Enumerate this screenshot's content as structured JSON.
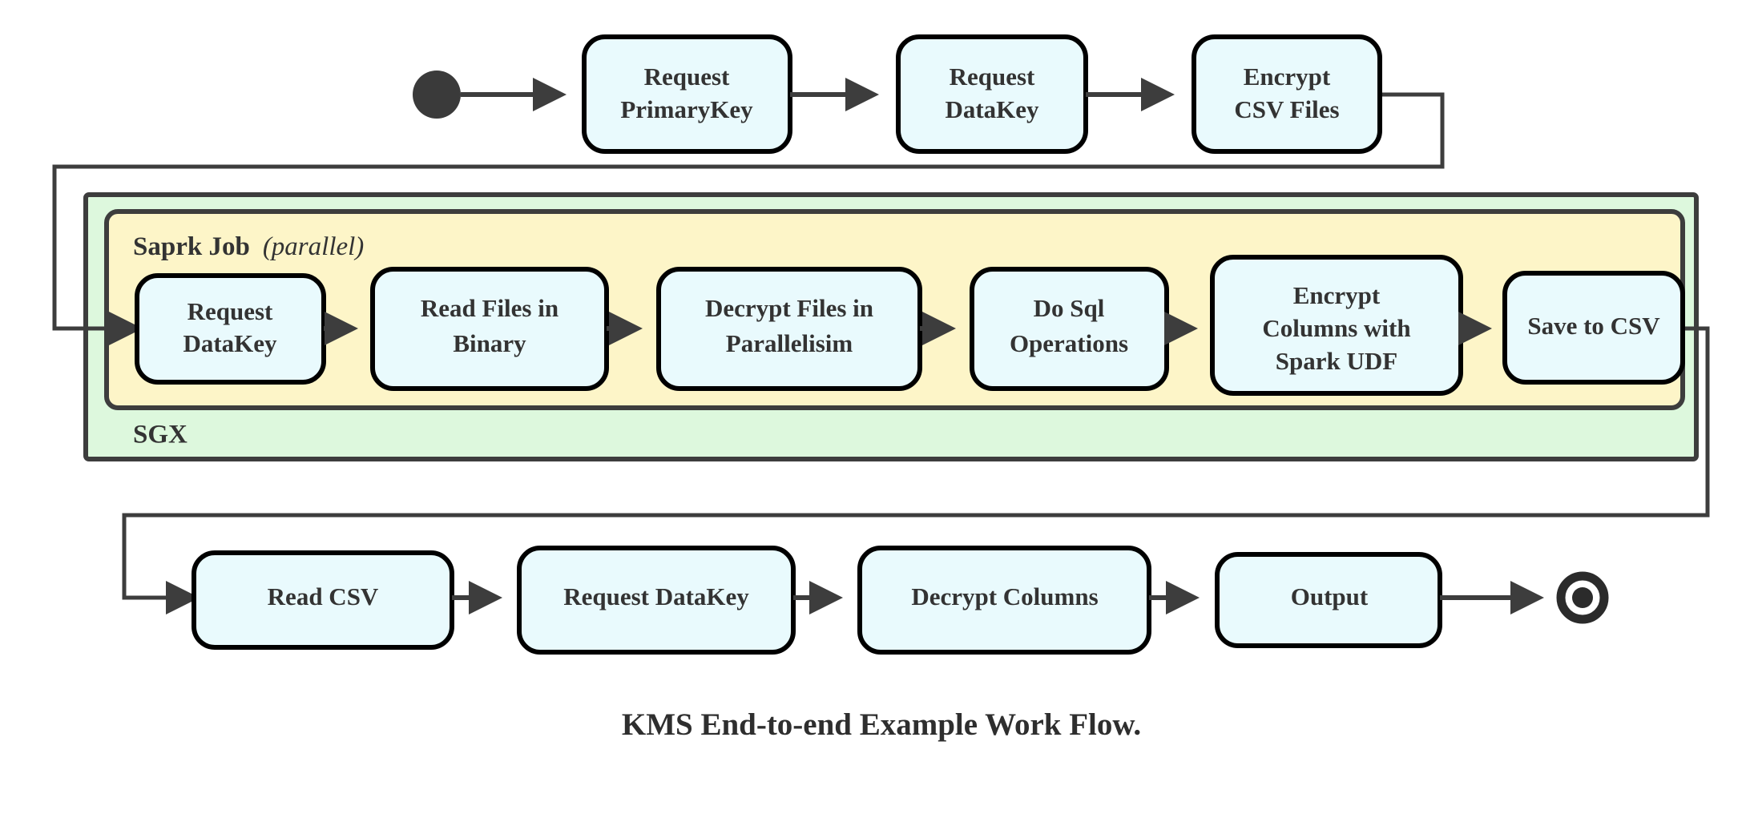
{
  "diagram": {
    "caption": "KMS End-to-end Example Work Flow.",
    "colors": {
      "node_fill": "#e9fafd",
      "node_stroke": "#000000",
      "sgx_fill": "#ddf8dd",
      "spark_fill": "#fdf5c8",
      "edge": "#3d3d3d",
      "text": "#333333",
      "background": "#ffffff"
    },
    "groups": {
      "sgx": {
        "label": "SGX"
      },
      "spark": {
        "label": "Saprk Job",
        "modifier": "(parallel)",
        "modifier_italic_text": "parallel"
      }
    },
    "markers": {
      "start": "start-state",
      "end": "final-state"
    },
    "rows": {
      "top": {
        "nodes": [
          {
            "id": "request-primarykey",
            "lines": [
              "Request",
              "PrimaryKey"
            ]
          },
          {
            "id": "request-datakey-top",
            "lines": [
              "Request",
              "DataKey"
            ]
          },
          {
            "id": "encrypt-csv-files",
            "lines": [
              "Encrypt",
              "CSV Files"
            ]
          }
        ]
      },
      "middle": {
        "nodes": [
          {
            "id": "request-datakey-spark",
            "lines": [
              "Request",
              "DataKey"
            ]
          },
          {
            "id": "read-files-in-binary",
            "lines": [
              "Read Files in",
              "Binary"
            ]
          },
          {
            "id": "decrypt-files-in-parallelisim",
            "lines": [
              "Decrypt Files in",
              "Parallelisim"
            ]
          },
          {
            "id": "do-sql-operations",
            "lines": [
              "Do Sql",
              "Operations"
            ]
          },
          {
            "id": "encrypt-columns-with-spark-udf",
            "lines": [
              "Encrypt",
              "Columns with",
              "Spark UDF"
            ]
          },
          {
            "id": "save-to-csv",
            "lines": [
              "Save to CSV"
            ]
          }
        ]
      },
      "bottom": {
        "nodes": [
          {
            "id": "read-csv",
            "lines": [
              "Read CSV"
            ]
          },
          {
            "id": "request-datakey-bottom",
            "lines": [
              "Request DataKey"
            ]
          },
          {
            "id": "decrypt-columns",
            "lines": [
              "Decrypt Columns"
            ]
          },
          {
            "id": "output",
            "lines": [
              "Output"
            ]
          }
        ]
      }
    }
  }
}
